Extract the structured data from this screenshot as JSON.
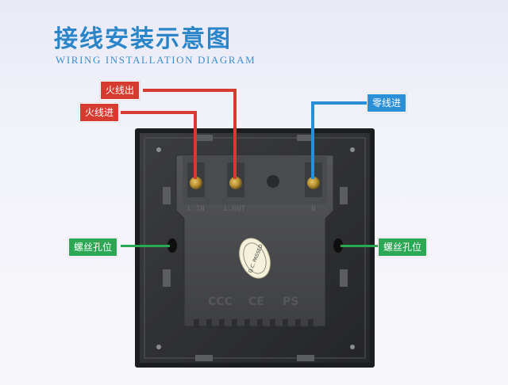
{
  "header": {
    "title": "接线安装示意图",
    "subtitle": "WIRING INSTALLATION DIAGRAM"
  },
  "labels": {
    "live_out": "火线出",
    "live_in": "火线进",
    "neutral_in": "零线进",
    "screw_hole_left": "螺丝孔位",
    "screw_hole_right": "螺丝孔位"
  },
  "device": {
    "terminal_marks": [
      "L.IN",
      "L.OUT",
      "N"
    ],
    "sticker_text": "Q.C. PASSED",
    "mold_marks": [
      "CCC",
      "CE",
      "PS"
    ]
  },
  "colors": {
    "title": "#2a86c8",
    "live_wire": "#d63b2f",
    "neutral_wire": "#2a8fd6",
    "screw_marker": "#2aa853",
    "plate": "#2c2d2f",
    "body": "#47484b"
  }
}
